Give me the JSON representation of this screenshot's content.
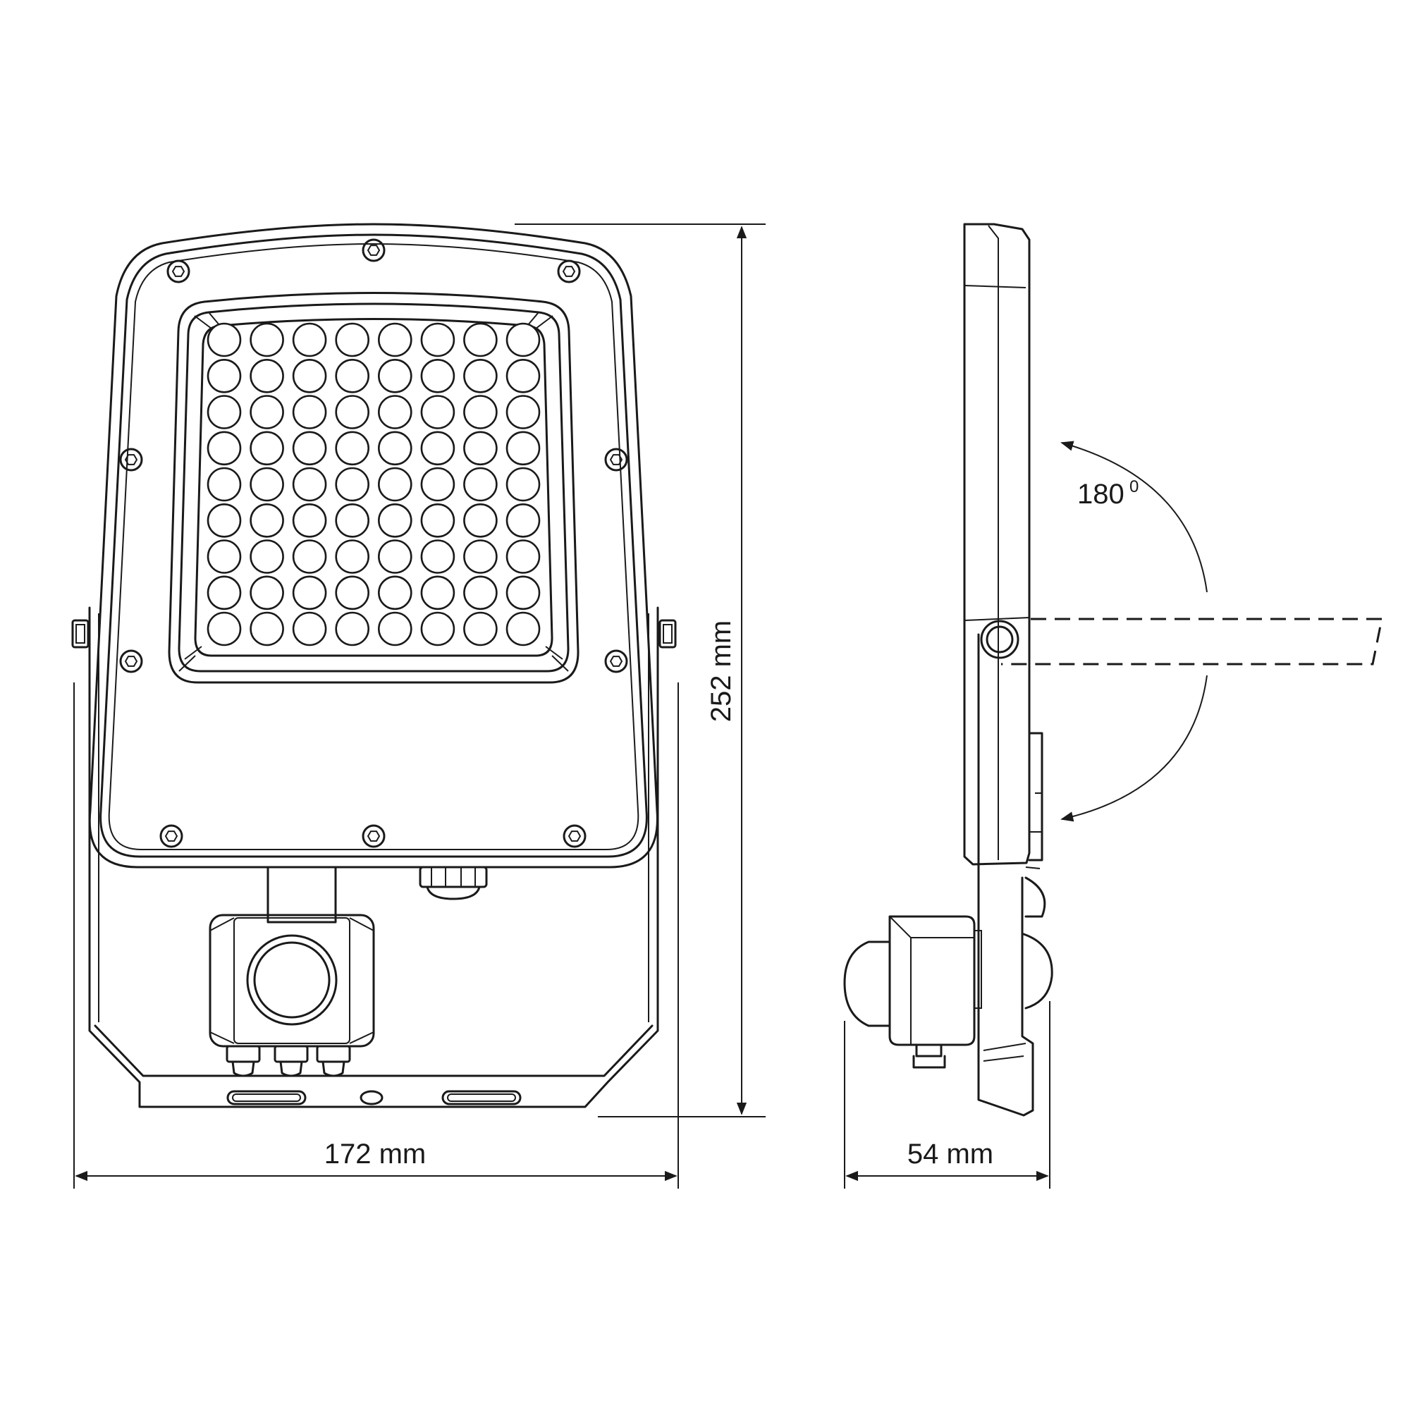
{
  "dimensions": {
    "width": "172 mm",
    "height": "252 mm",
    "depth": "54 mm",
    "rotation": "180",
    "rotation_unit": "0"
  },
  "led_array": {
    "rows": 9,
    "columns": 8
  },
  "colors": {
    "line": "#1a1a1a",
    "background": "#ffffff"
  }
}
